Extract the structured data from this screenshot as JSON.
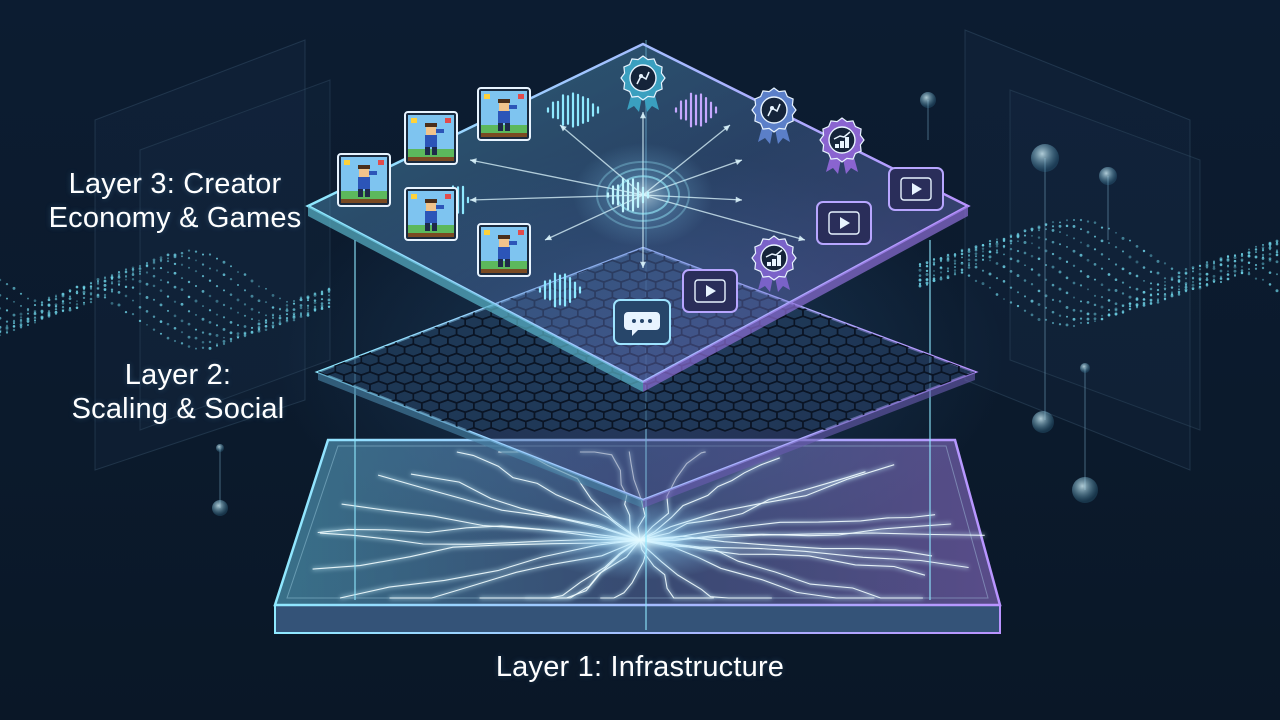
{
  "layers": [
    {
      "id": "layer-3",
      "lines": [
        "Layer 3: Creator",
        "Economy & Games"
      ]
    },
    {
      "id": "layer-2",
      "lines": [
        "Layer 2:",
        "Scaling & Social"
      ]
    },
    {
      "id": "layer-1",
      "lines": [
        "Layer 1: Infrastructure"
      ]
    }
  ],
  "colors": {
    "background": "#0b1a2e",
    "accent_cyan": "#7fe3ff",
    "accent_violet": "#a98cf0",
    "label_text": "#ffffff"
  },
  "icons": {
    "top_layer": [
      "game-character-card-icon",
      "sound-wave-icon",
      "award-badge-icon",
      "growth-chart-badge-icon",
      "video-play-icon",
      "chat-bubble-icon",
      "arrow-icon"
    ],
    "middle_layer": [
      "hexagon-grid-icon"
    ],
    "bottom_layer": [
      "energy-network-icon"
    ]
  }
}
